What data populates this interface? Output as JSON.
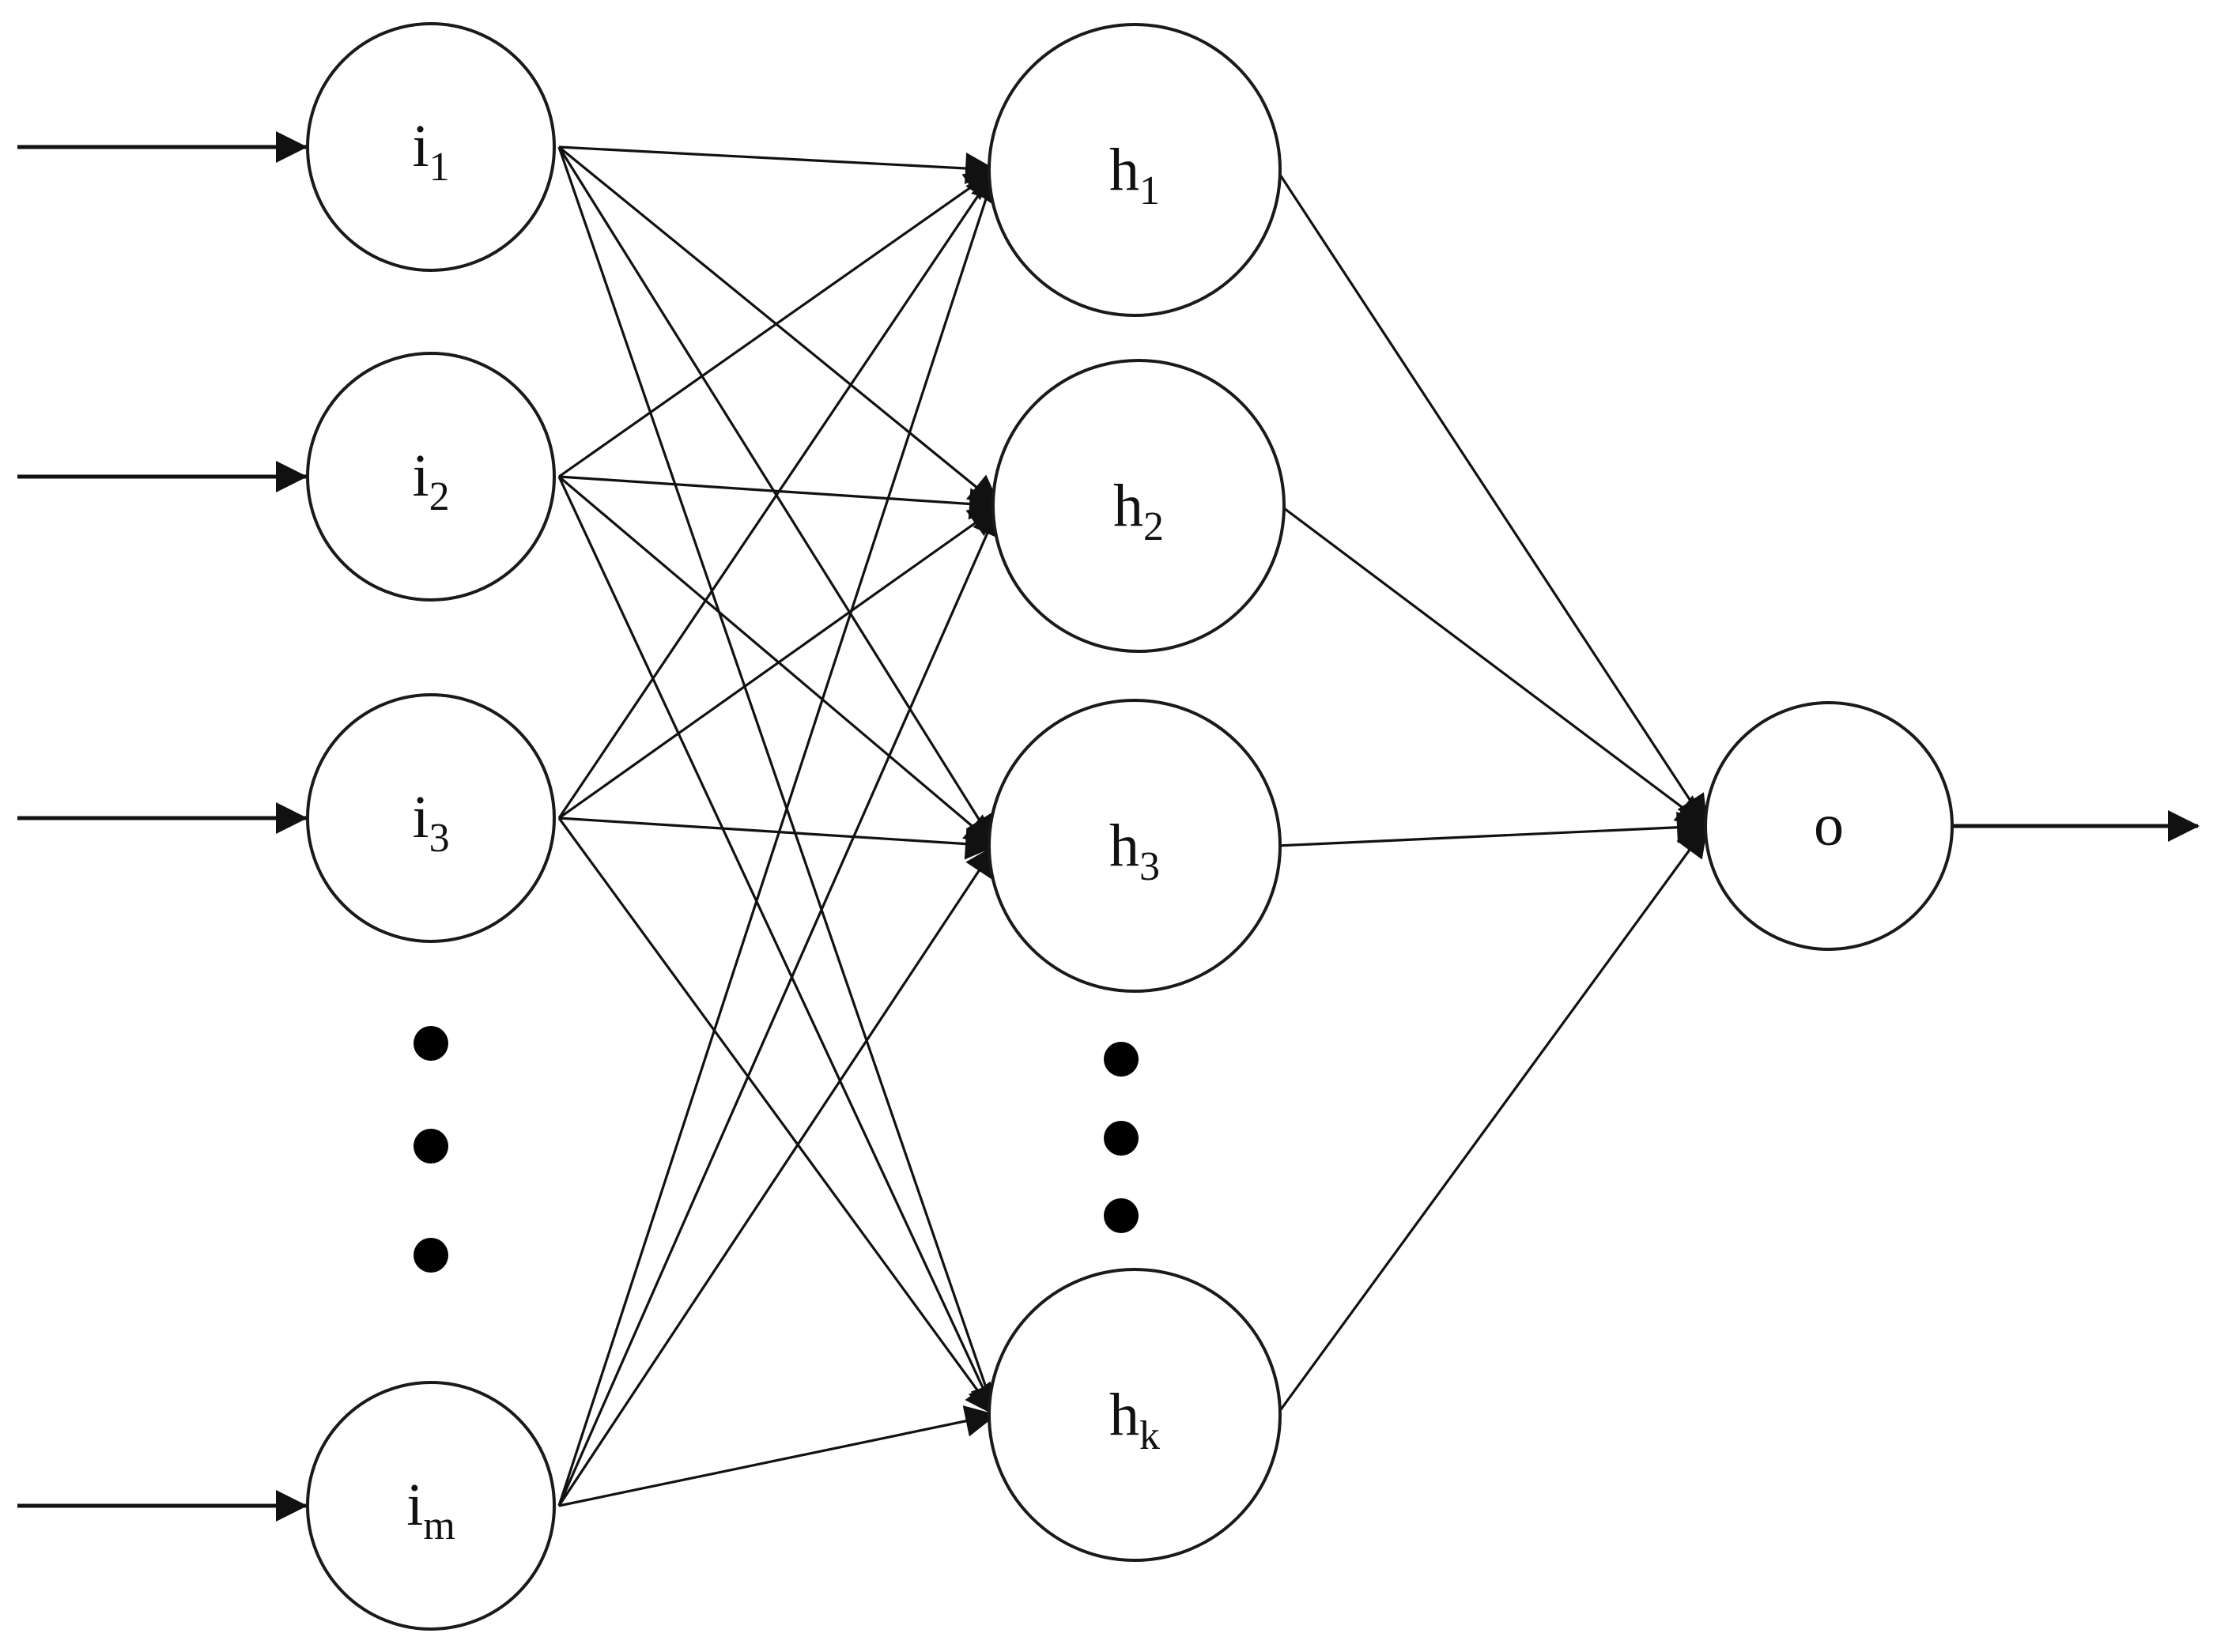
{
  "diagram": {
    "input_nodes": [
      {
        "base": "i",
        "sub": "1"
      },
      {
        "base": "i",
        "sub": "2"
      },
      {
        "base": "i",
        "sub": "3"
      },
      {
        "base": "i",
        "sub": "m"
      }
    ],
    "hidden_nodes": [
      {
        "base": "h",
        "sub": "1"
      },
      {
        "base": "h",
        "sub": "2"
      },
      {
        "base": "h",
        "sub": "3"
      },
      {
        "base": "h",
        "sub": "k"
      }
    ],
    "output_node": {
      "base": "o",
      "sub": ""
    },
    "colors": {
      "stroke": "#111111",
      "background": "#ffffff"
    }
  }
}
